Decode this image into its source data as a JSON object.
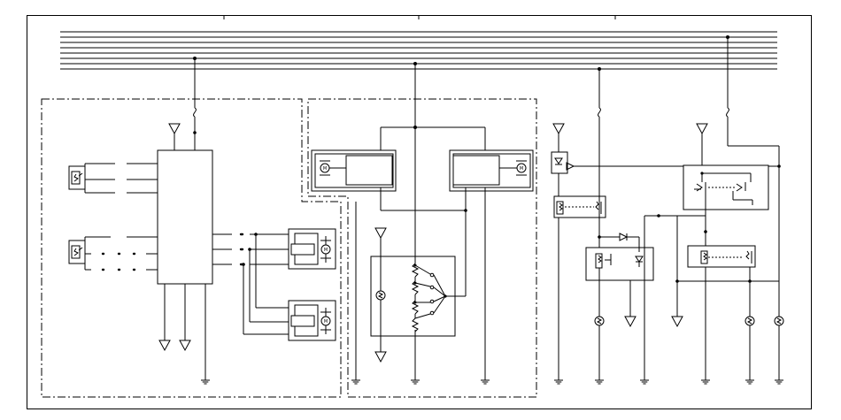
{
  "title": "",
  "texts": [],
  "components": {
    "left_module": {
      "symbol": "control-unit"
    },
    "motor_actuators": {
      "symbol": "motor-actuator",
      "count": 4
    },
    "blower_motors": {
      "symbol": "motor",
      "count": 2
    },
    "relays": {
      "symbol": "relay",
      "count": 3
    },
    "fuses": {
      "symbol": "fuse",
      "count": 3
    },
    "switch_sensors": {
      "symbol": "variable-resistor",
      "count": 2
    },
    "ground_points": {
      "symbol": "ground",
      "count": 13
    }
  },
  "colors": {
    "line": "#000000",
    "background": "#ffffff"
  }
}
